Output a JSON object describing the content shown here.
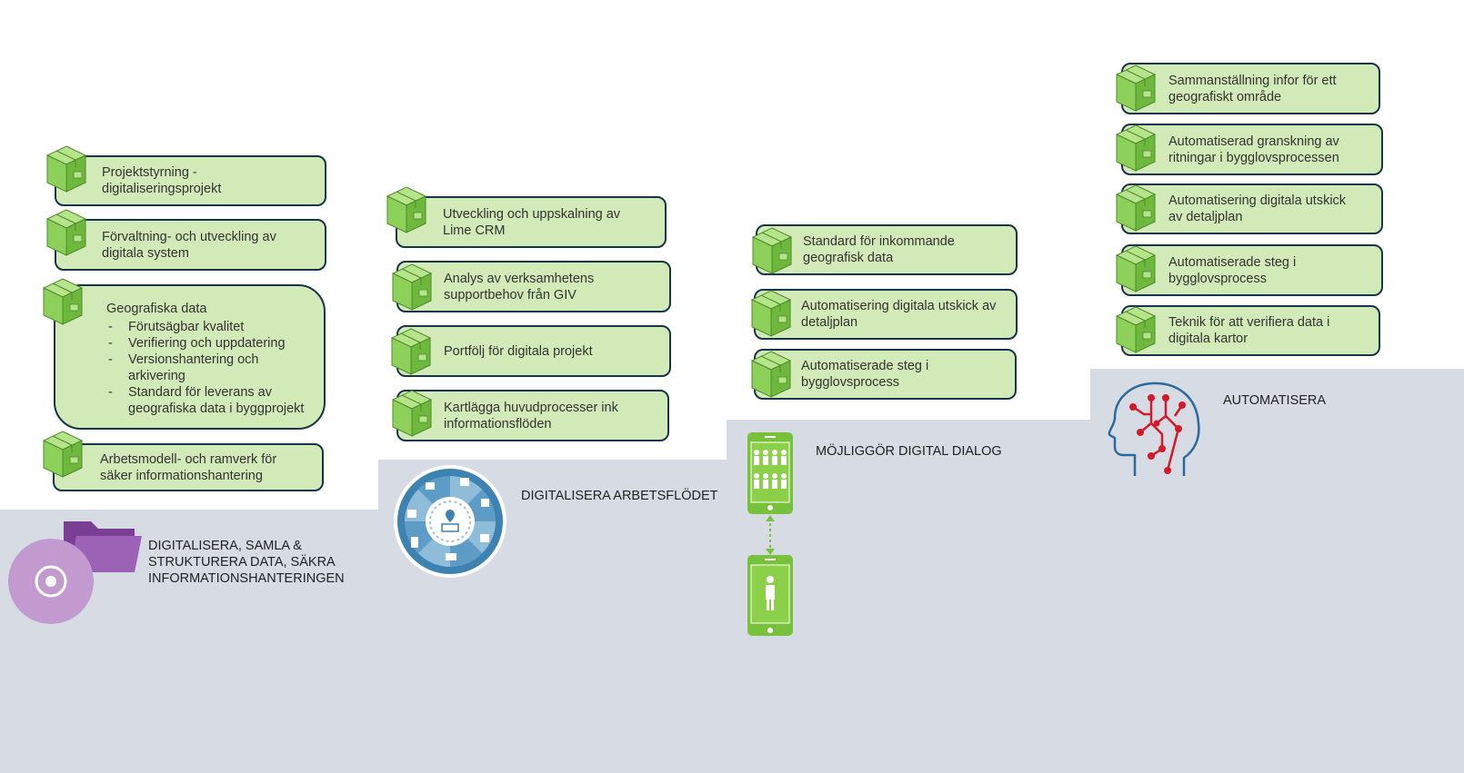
{
  "colors": {
    "step_bg": "#d6dbe4",
    "card_fill": "#d2eab7",
    "card_border": "#16344c",
    "box_green": "#8ed15a",
    "purple": "#8a4fa3",
    "purple_light": "#c9a2d3",
    "blue_wheel": "#3d82b0",
    "phone_green": "#77c23a",
    "head_red": "#d11a2a",
    "head_blue": "#2b6a9f"
  },
  "columns": [
    {
      "stage_label": "DIGITALISERA, SAMLA &\nSTRUKTURERA DATA, SÄKRA\nINFORMATIONSHANTERINGEN",
      "stage_icon": "folder-disc-icon",
      "cards": [
        "Projektstyrning -\ndigitaliseringsprojekt",
        "Förvaltning- och utveckling av\ndigitala system",
        "Arbetsmodell- och ramverk för\nsäker informationshantering"
      ],
      "geo_card": {
        "title": "Geografiska data",
        "bullets": [
          "Förutsägbar kvalitet",
          "Verifiering och uppdatering",
          "Versionshantering och\narkivering",
          "Standard för leverans av\ngeografiska data i byggprojekt"
        ]
      }
    },
    {
      "stage_label": "DIGITALISERA ARBETSFLÖDET",
      "stage_icon": "workflow-wheel-icon",
      "cards": [
        "Utveckling och uppskalning av\nLime CRM",
        "Analys av verksamhetens\nsupportbehov från GIV",
        "Portfölj för digitala projekt",
        "Kartlägga huvudprocesser ink\ninformationsflöden"
      ]
    },
    {
      "stage_label": "MÖJLIGGÖR DIGITAL DIALOG",
      "stage_icon": "phone-dialog-icon",
      "cards": [
        "Standard för inkommande\ngeografisk data",
        "Automatisering digitala utskick av\ndetaljplan",
        "Automatiserade steg i\nbygglovsprocess"
      ]
    },
    {
      "stage_label": "AUTOMATISERA",
      "stage_icon": "ai-head-icon",
      "cards": [
        "Sammanställning infor för ett\ngeografiskt område",
        "Automatiserad granskning av\nritningar i bygglovsprocessen",
        "Automatisering digitala utskick\nav detaljplan",
        "Automatiserade steg i\nbygglovsprocess",
        "Teknik för att verifiera data i\ndigitala kartor"
      ]
    }
  ]
}
